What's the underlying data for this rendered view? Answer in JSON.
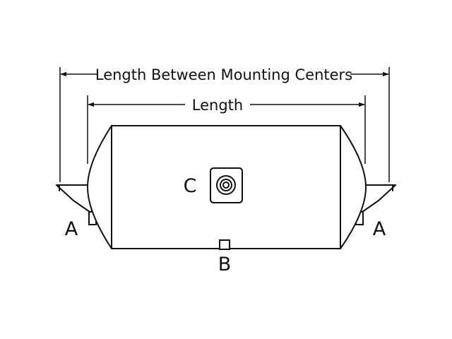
{
  "labels": {
    "overall_length": "Length Between Mounting Centers",
    "length": "Length",
    "port_a": "A",
    "port_b": "B",
    "port_c": "C"
  }
}
